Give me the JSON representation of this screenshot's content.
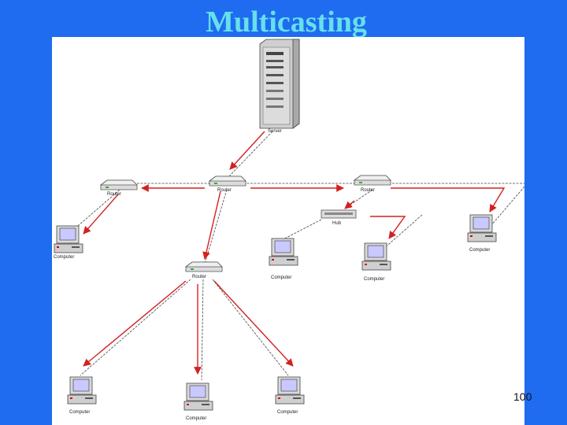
{
  "slide": {
    "title": "Multicasting",
    "page_number": "100"
  },
  "labels": {
    "server": "Server",
    "router_1": "Router",
    "router_2": "Router",
    "router_3": "Router",
    "router_4": "Router",
    "hub": "Hub",
    "computer_1": "Computer",
    "computer_2": "Computer",
    "computer_3": "Computer",
    "computer_4": "Computer",
    "computer_5": "Computer",
    "computer_6": "Computer",
    "computer_7": "Computer"
  },
  "colors": {
    "background": "#1f6cf0",
    "title": "#66e0ec",
    "arrow": "#d42020",
    "link": "#444444"
  }
}
